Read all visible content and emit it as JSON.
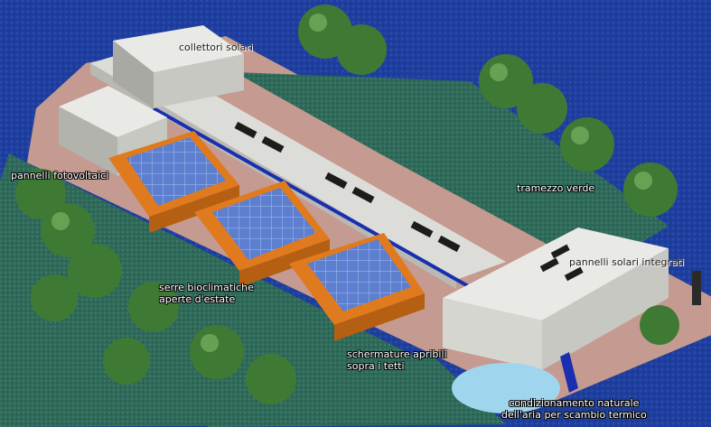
{
  "labels": {
    "top_building": "collettori solari",
    "left_panels": "pannelli fotovoltaici",
    "right_trees": "tramezzo verde",
    "right_building": "pannelli solari integrati",
    "middle_greenhouse_line1": "serre bioclimatiche",
    "middle_greenhouse_line2": "aperte d'estate",
    "lower_greenhouse_line1": "schermature apribili",
    "lower_greenhouse_line2": "sopra i tetti",
    "bottom_right_line1": "condizionamento naturale",
    "bottom_right_line2": "dell'aria per scambio termico"
  },
  "colors": {
    "water": "#1f3f9e",
    "ground": "#c59a90",
    "roof": "#e9e9e6",
    "greenhouse_frame": "#e07a1e",
    "solar_panel": "#5d7fd0",
    "tree": "#3f7a35",
    "grass": "#2f6a5a",
    "pool": "#9fd6ee",
    "corridor_stripe": "#1a2fb0"
  }
}
